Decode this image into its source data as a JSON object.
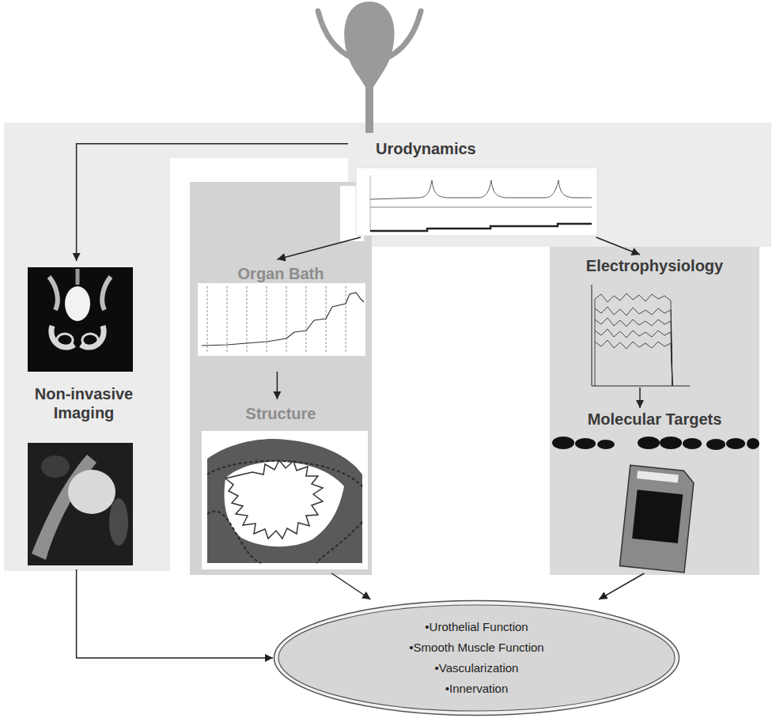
{
  "diagram": {
    "nodes": [
      {
        "text": [
          "Urodynamics"
        ]
      },
      {
        "text": [
          "Non-invasive Imaging"
        ]
      },
      {
        "text": [
          "Organ Bath"
        ]
      },
      {
        "text": [
          "Structure"
        ]
      },
      {
        "text": [
          "Electrophysiology"
        ]
      },
      {
        "text": [
          "Molecular Targets"
        ]
      },
      {
        "text": [
          "•Urothelial Function",
          "•Smooth Muscle Function",
          "•Vascularization",
          "•Innervation"
        ]
      }
    ],
    "edges": [
      {
        "from": 0,
        "to": 1,
        "arrow": "to"
      },
      {
        "from": 0,
        "to": 2,
        "arrow": "to"
      },
      {
        "from": 0,
        "to": 4,
        "arrow": "to"
      },
      {
        "from": 2,
        "to": 3,
        "arrow": "to"
      },
      {
        "from": 4,
        "to": 5,
        "arrow": "to"
      },
      {
        "from": 1,
        "to": 6,
        "arrow": "to"
      },
      {
        "from": 3,
        "to": 6,
        "arrow": "to"
      },
      {
        "from": 5,
        "to": 6,
        "arrow": "to"
      }
    ]
  }
}
